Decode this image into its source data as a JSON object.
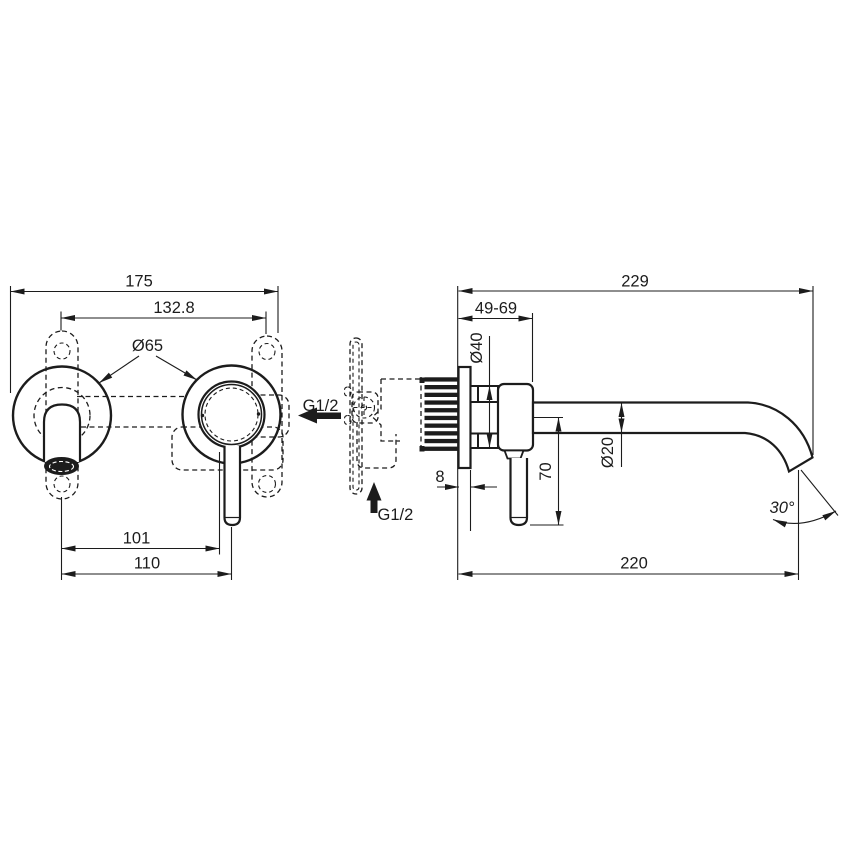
{
  "colors": {
    "line": "#1c1c1c",
    "background": "#ffffff"
  },
  "front_view": {
    "overall_width": "175",
    "hole_spacing": "132.8",
    "escutcheon_diameter": "Ø65",
    "spout_to_handle": "101",
    "spout_to_handle_outer": "110",
    "inlet_thread": "G1/2"
  },
  "side_view": {
    "total_depth": "229",
    "wall_depth_range": "49-69",
    "rosette_diameter": "Ø40",
    "plate_thickness": "8",
    "handle_length": "70",
    "spout_diameter": "Ø20",
    "spout_reach": "220",
    "spout_angle": "30°",
    "inlet_thread": "G1/2"
  }
}
